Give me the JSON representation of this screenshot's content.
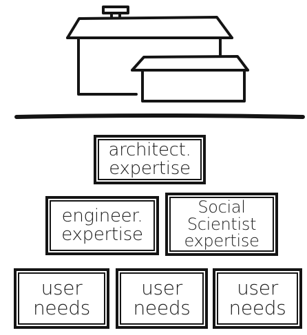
{
  "colors": {
    "ink": "#141414",
    "paper": "#ffffff"
  },
  "icons": {
    "building": "house-with-chimney-sketch",
    "ground": "horizon-line"
  },
  "tiers": {
    "top": {
      "architect": {
        "line1": "architect.",
        "line2": "expertise"
      }
    },
    "middle": {
      "engineer": {
        "line1": "engineer.",
        "line2": "expertise"
      },
      "social": {
        "line1": "Social",
        "line2": "Scientist",
        "line3": "expertise"
      }
    },
    "bottom": {
      "user1": {
        "line1": "user",
        "line2": "needs"
      },
      "user2": {
        "line1": "user",
        "line2": "needs"
      },
      "user3": {
        "line1": "user",
        "line2": "needs"
      }
    }
  }
}
